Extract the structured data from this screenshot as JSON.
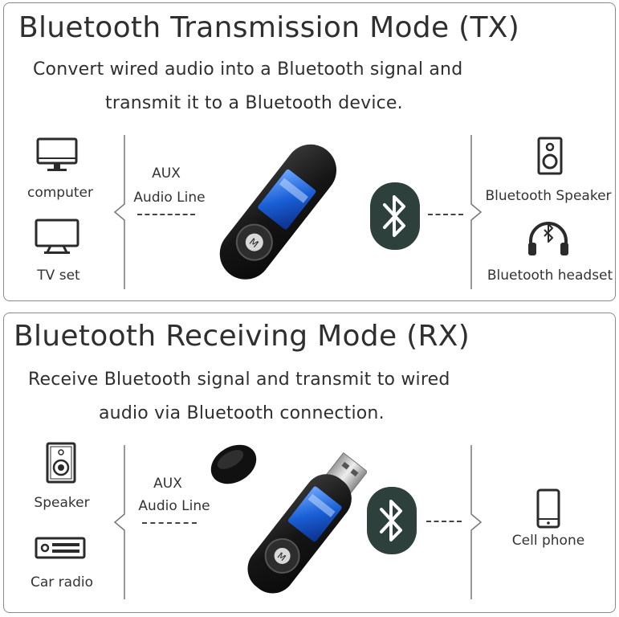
{
  "tx": {
    "title": "Bluetooth Transmission Mode (TX)",
    "description_line1": "Convert wired audio into a Bluetooth signal and",
    "description_line2": "transmit it to a Bluetooth device.",
    "sources": [
      {
        "label": "computer",
        "icon": "monitor-icon"
      },
      {
        "label": "TV set",
        "icon": "tv-icon"
      }
    ],
    "link_label_line1": "AUX",
    "link_label_line2": "Audio Line",
    "targets": [
      {
        "label": "Bluetooth Speaker",
        "icon": "speaker-icon"
      },
      {
        "label": "Bluetooth headset",
        "icon": "headset-icon"
      }
    ],
    "bluetooth_icon": "bluetooth-icon"
  },
  "rx": {
    "title": "Bluetooth Receiving Mode (RX)",
    "description_line1": "Receive Bluetooth signal and transmit to wired",
    "description_line2": "audio via Bluetooth connection.",
    "sources": [
      {
        "label": "Speaker",
        "icon": "hifi-speaker-icon"
      },
      {
        "label": "Car radio",
        "icon": "car-radio-icon"
      }
    ],
    "link_label_line1": "AUX",
    "link_label_line2": "Audio Line",
    "targets": [
      {
        "label": "Cell phone",
        "icon": "phone-icon"
      }
    ],
    "bluetooth_icon": "bluetooth-icon"
  },
  "colors": {
    "badge": "#2e403c",
    "device_body": "#1c1c1c",
    "screen": "#1a5fd6",
    "border": "#8a8a8a"
  }
}
